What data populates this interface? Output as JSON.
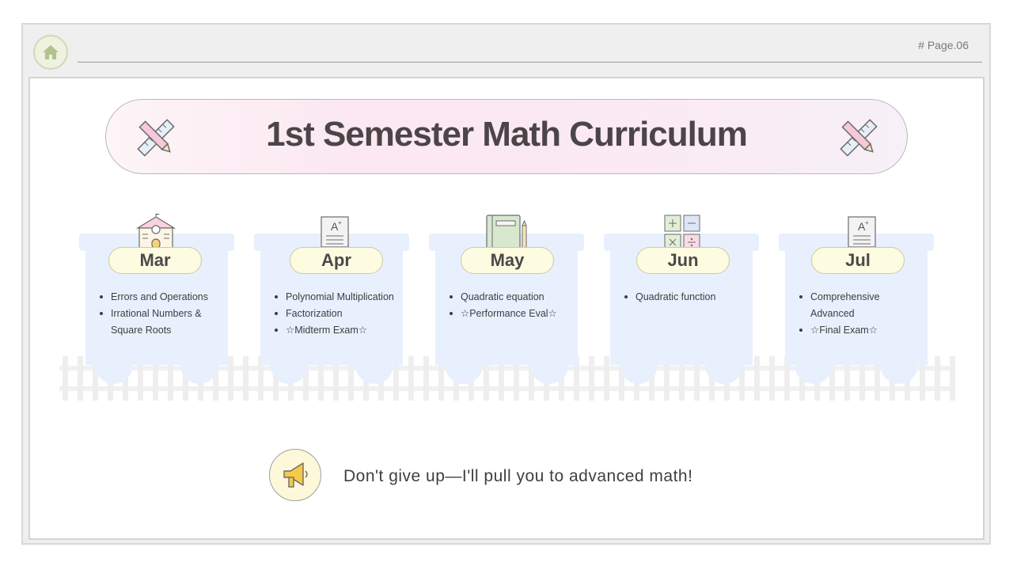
{
  "header": {
    "page_label": "# Page.06",
    "home_icon": "home-icon"
  },
  "title": "1st Semester Math Curriculum",
  "decorations": {
    "left_icon": "pencil-ruler-icon",
    "right_icon": "pencil-ruler-icon"
  },
  "months": [
    {
      "name": "Mar",
      "icon": "school-icon",
      "items": [
        "Errors and Operations",
        "Irrational Numbers &",
        "Square Roots"
      ]
    },
    {
      "name": "Apr",
      "icon": "grade-paper-icon",
      "items": [
        "Polynomial Multiplication",
        "Factorization",
        "☆Midterm Exam☆"
      ]
    },
    {
      "name": "May",
      "icon": "notebook-icon",
      "items": [
        "Quadratic equation",
        "☆Performance Eval☆"
      ]
    },
    {
      "name": "Jun",
      "icon": "calculator-icon",
      "items": [
        "Quadratic function"
      ]
    },
    {
      "name": "Jul",
      "icon": "grade-paper-icon",
      "items": [
        "Comprehensive",
        "Advanced",
        "☆Final Exam☆"
      ]
    }
  ],
  "footer": {
    "icon": "megaphone-icon",
    "message": "Don't give up—I'll pull you to advanced math!"
  },
  "colors": {
    "cart": "#e8f0fd",
    "pill": "#fdfbe0",
    "banner": "#fbe8f1",
    "home": "#eef2df"
  }
}
